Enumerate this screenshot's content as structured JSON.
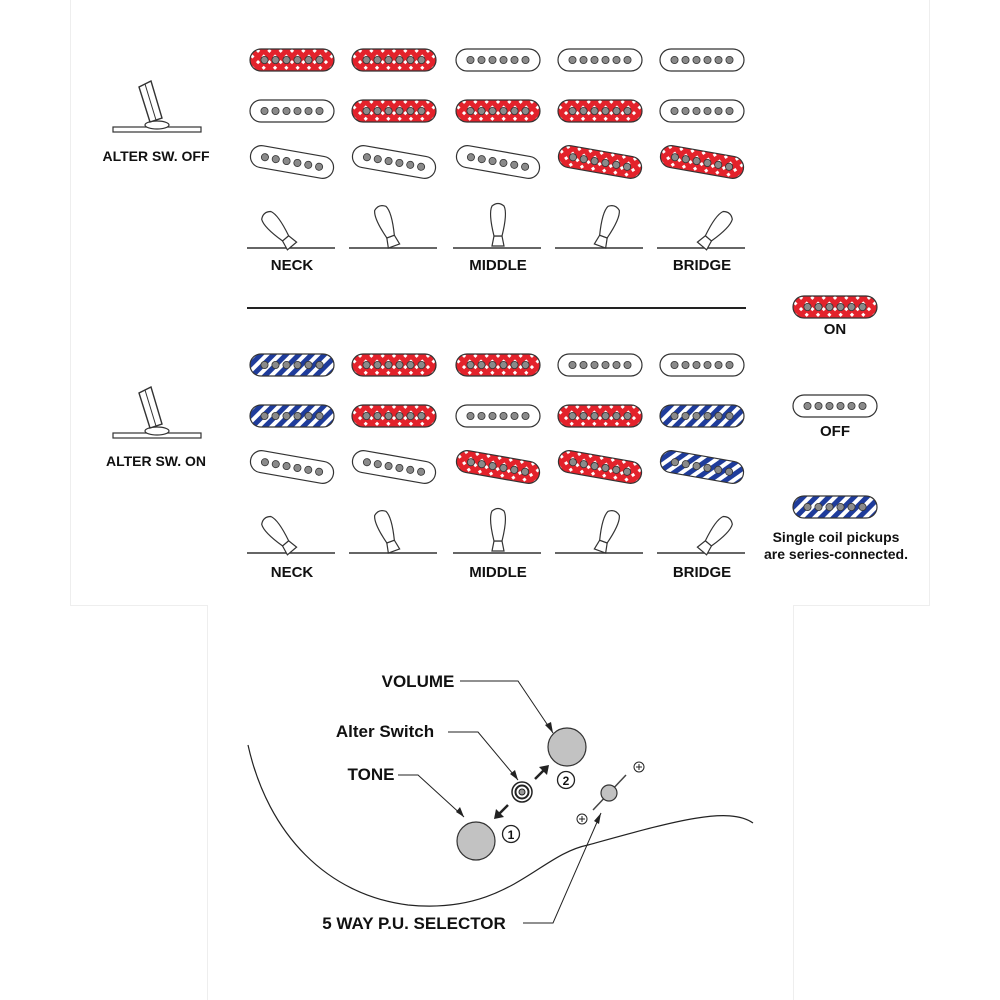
{
  "colors": {
    "on": "#e3222b",
    "off": "#ffffff",
    "series": "#1f3c9b",
    "pole": "#8a8a8a",
    "knob": "#c2c2c2",
    "line": "#222222"
  },
  "top_diagram": {
    "groups": [
      {
        "label": "ALTER SW. OFF",
        "position_labels": [
          "NECK",
          "",
          "MIDDLE",
          "",
          "BRIDGE"
        ],
        "pickup_rows": [
          [
            "on",
            "on",
            "off",
            "off",
            "off"
          ],
          [
            "off",
            "on",
            "on",
            "on",
            "off"
          ],
          [
            "off",
            "off",
            "off",
            "on",
            "on"
          ]
        ]
      },
      {
        "label": "ALTER SW. ON",
        "position_labels": [
          "NECK",
          "",
          "MIDDLE",
          "",
          "BRIDGE"
        ],
        "pickup_rows": [
          [
            "series",
            "on",
            "on",
            "off",
            "off"
          ],
          [
            "series",
            "on",
            "off",
            "on",
            "series"
          ],
          [
            "off",
            "off",
            "on",
            "on",
            "series"
          ]
        ]
      }
    ],
    "legend": [
      {
        "state": "on",
        "label": "ON"
      },
      {
        "state": "off",
        "label": "OFF"
      },
      {
        "state": "series",
        "label": "Single coil pickups are series-connected.",
        "lines": [
          "Single coil pickups",
          "are series-connected."
        ]
      }
    ]
  },
  "bottom_diagram": {
    "labels": {
      "volume": "VOLUME",
      "alter_switch": "Alter Switch",
      "tone": "TONE",
      "selector": "5 WAY P.U. SELECTOR"
    },
    "step_numbers": [
      "1",
      "2"
    ]
  }
}
